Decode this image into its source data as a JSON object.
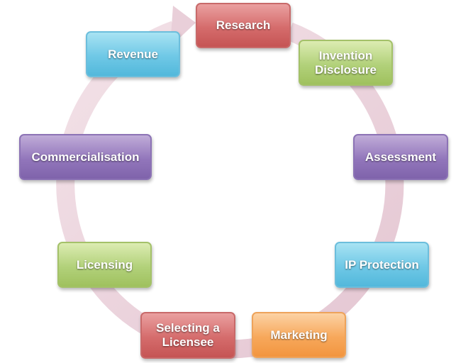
{
  "nodes": [
    {
      "id": "research",
      "label": "Research",
      "color": "red"
    },
    {
      "id": "invention-disclosure",
      "label": "Invention\nDisclosure",
      "color": "green"
    },
    {
      "id": "assessment",
      "label": "Assessment",
      "color": "purple"
    },
    {
      "id": "ip-protection",
      "label": "IP Protection",
      "color": "blue"
    },
    {
      "id": "marketing",
      "label": "Marketing",
      "color": "orange"
    },
    {
      "id": "selecting-a-licensee",
      "label": "Selecting a\nLicensee",
      "color": "red"
    },
    {
      "id": "licensing",
      "label": "Licensing",
      "color": "green"
    },
    {
      "id": "commercialisation",
      "label": "Commercialisation",
      "color": "purple"
    },
    {
      "id": "revenue",
      "label": "Revenue",
      "color": "blue"
    }
  ],
  "colors": {
    "red": "#d56c6c",
    "green": "#b2d17a",
    "purple": "#9276bb",
    "blue": "#6fc8e6",
    "orange": "#f7a85b",
    "cycle_arrow": "#e9cfd9"
  }
}
